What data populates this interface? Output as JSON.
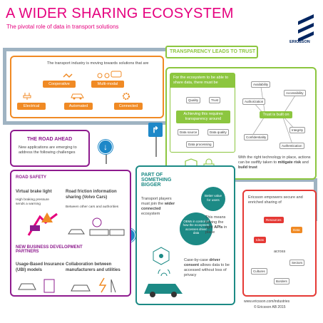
{
  "header": {
    "title": "A WIDER SHARING ECOSYSTEM",
    "subtitle": "The pivotal role of data in transport solutions",
    "logo_text": "ERICSSON"
  },
  "intro": {
    "text": "The transport industry is moving towards solutions that are",
    "pills": [
      "Cooperative",
      "Multi-modal",
      "Electrical",
      "Automated",
      "Connected"
    ]
  },
  "transparency": {
    "heading": "TRANSPARENCY LEADS TO TRUST",
    "left_intro": "For the ecosystem to be able to share data, there must be",
    "left_tags": [
      "Quality",
      "Trust"
    ],
    "achieve": "Achieving this requires transparency around",
    "data_tags": [
      "Data source",
      "Data quality",
      "Data processing"
    ],
    "trust_center": "Trust is built on",
    "trust_tags": [
      "Availability",
      "Accessibility",
      "Authorization",
      "Integrity",
      "Confidentiality",
      "Authentication"
    ],
    "bottom_text_1": "With the right technology in place, actions can be swiftly taken to",
    "bottom_bold_1": "mitigate risk",
    "bottom_and": "and",
    "bottom_bold_2": "build trust"
  },
  "road_ahead": {
    "heading": "THE ROAD AHEAD",
    "text": "New applications are emerging to address the following challenges"
  },
  "road_safety": {
    "heading": "ROAD SAFETY",
    "item1_title": "Virtual brake light",
    "item1_text": "High braking pressure sends a warning",
    "item2_title": "Road friction information sharing (Volvo Cars)",
    "item2_text": "Between other cars and authorities"
  },
  "business": {
    "heading": "NEW BUSINESS DEVELOPMENT PARTNERS",
    "item1_title": "Usage-Based Insurance (UBI) models",
    "item2_title": "Collaboration between manufacturers and utilities"
  },
  "bigger": {
    "heading": "PART OF SOMETHING BIGGER",
    "text_pre": "Transport players must join the",
    "text_bold": "wider connected",
    "text_post": "ecosystem",
    "bubble_users": "Better value for users",
    "bubble_oems": "OEMs in control of how the ecosystem accesses driver data",
    "apis_pre": "This means having the right",
    "apis_bold": "APIs",
    "apis_post": "in place",
    "consent_pre": "Case-by-case",
    "consent_bold": "driver consent",
    "consent_post": "allows data to be accessed without loss of privacy"
  },
  "ericsson_box": {
    "text": "Ericsson empowers secure and enriched sharing of",
    "tags": [
      "Resources",
      "Data",
      "Ideas"
    ],
    "across": "across",
    "tags2": [
      "Sectors",
      "Cultures",
      "Borders"
    ]
  },
  "footer": {
    "url": "www.ericsson.com/industries",
    "copyright": "© Ericsson AB 2015"
  },
  "colors": {
    "title": "#e5007e",
    "orange": "#f08a24",
    "purple": "#8e1b8e",
    "green": "#8cc63f",
    "teal": "#1c8a85",
    "red": "#e53935",
    "sign_blue": "#1e88c8"
  }
}
